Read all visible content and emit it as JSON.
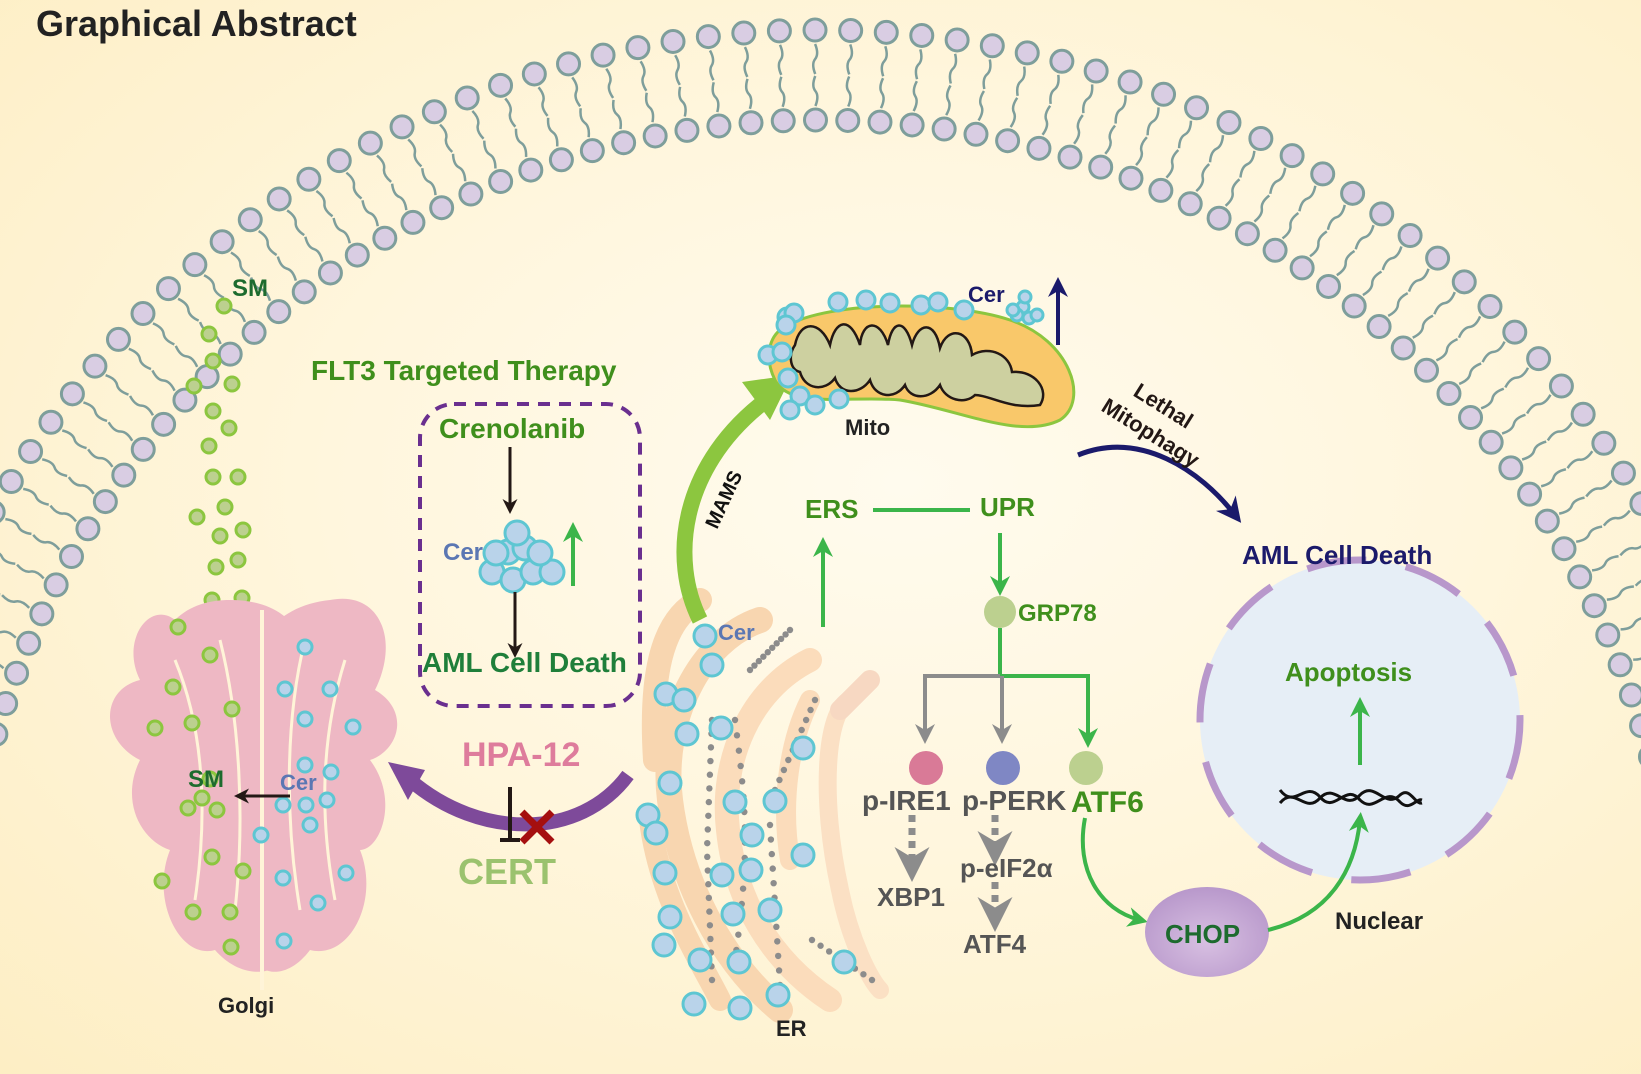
{
  "title": "Graphical Abstract",
  "colors": {
    "background": "#fdf2d0",
    "membrane_head": "#d9cde3",
    "membrane_edge": "#7e9e9b",
    "green_text": "#3f8f1c",
    "dark_green_text": "#1d6b2e",
    "navy": "#1b1a6b",
    "purple": "#7e4a9a",
    "pink_text": "#de7c9c",
    "cert_text": "#9bc26e",
    "cer_text": "#5b77b3",
    "gray_text": "#555555",
    "golgi": "#eeb8c4",
    "er": "#f8d6b0",
    "mito_outer": "#f9c86a",
    "mito_inner": "#cdd0a0",
    "nucleus": "#e6eef6",
    "nucleus_border": "#b897cb",
    "chop": "#c2a2d0",
    "arrow_green": "#3bb54a",
    "mams_arrow": "#8cc63f",
    "ire1_dot": "#d97a97",
    "perk_dot": "#7f87c4",
    "atf6_dot": "#bcd08f",
    "grp78_dot": "#bcd08f",
    "x_mark": "#a50f0f"
  },
  "labels": {
    "sm_top": "SM",
    "therapy_title": "FLT3 Targeted Therapy",
    "crenolanib": "Crenolanib",
    "cer_box": "Cer",
    "aml_death_box": "AML Cell Death",
    "hpa12": "HPA-12",
    "cert": "CERT",
    "golgi_sm": "SM",
    "golgi_cer": "Cer",
    "golgi": "Golgi",
    "mams": "MAMS",
    "er_cer": "Cer",
    "er": "ER",
    "mito_cer": "Cer",
    "mito": "Mito",
    "lethal": "Lethal",
    "mitophagy": "Mitophagy",
    "aml_death_main": "AML Cell Death",
    "ers": "ERS",
    "upr": "UPR",
    "grp78": "GRP78",
    "p_ire1": "p-IRE1",
    "p_perk": "p-PERK",
    "atf6": "ATF6",
    "xbp1": "XBP1",
    "p_eif2a": "p-eIF2α",
    "atf4": "ATF4",
    "apoptosis": "Apoptosis",
    "chop": "CHOP",
    "nuclear": "Nuclear"
  },
  "icons": {
    "dna": "dna-helix-icon",
    "inhibit_x": "inhibition-x-icon",
    "up_arrow": "increase-arrow-icon"
  }
}
